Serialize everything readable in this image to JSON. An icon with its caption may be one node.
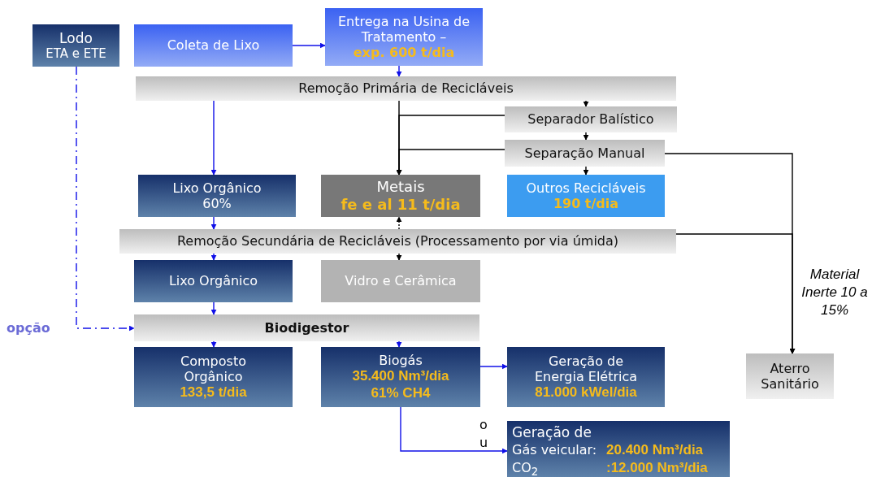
{
  "diagram": {
    "nodes": [
      {
        "text": [
          "Lodo",
          "ETA e ETE"
        ]
      },
      {
        "text": [
          "Coleta de Lixo"
        ]
      },
      {
        "text": [
          "Entrega na Usina de Tratamento –",
          "exp. 600 t/dia"
        ]
      },
      {
        "text": [
          "Remoção Primária de Recicláveis"
        ]
      },
      {
        "text": [
          "Separador Balístico"
        ]
      },
      {
        "text": [
          "Separação Manual"
        ]
      },
      {
        "text": [
          "Lixo Orgânico",
          "60%"
        ]
      },
      {
        "text": [
          "Metais",
          "fe e al 11 t/dia"
        ]
      },
      {
        "text": [
          "Outros Recicláveis",
          "190 t/dia"
        ]
      },
      {
        "text": [
          "Remoção Secundária de Recicláveis (Processamento por via úmida)"
        ]
      },
      {
        "text": [
          "Lixo Orgânico"
        ]
      },
      {
        "text": [
          "Vidro e Cerâmica"
        ]
      },
      {
        "text": [
          "Biodigestor"
        ]
      },
      {
        "text": [
          "Composto Orgânico",
          "133,5 t/dia"
        ]
      },
      {
        "text": [
          "Biogás",
          "35.400 Nm³/dia",
          "61% CH4"
        ]
      },
      {
        "text": [
          "Geração de Energia Elétrica",
          "81.000 kWel/dia"
        ]
      },
      {
        "text": [
          "Aterro Sanitário"
        ]
      },
      {
        "text": [
          "Geração de",
          "Gás veicular:",
          "20.400 Nm³/dia",
          "CO$_{2}$",
          ":12.000 Nm³/dia"
        ]
      }
    ],
    "edges": [
      {
        "from": 1,
        "to": 2,
        "arrow": "to"
      },
      {
        "from": 2,
        "to": 3,
        "arrow": "to"
      },
      {
        "from": 3,
        "to": 6,
        "arrow": "to"
      },
      {
        "from": 3,
        "to": 4,
        "arrow": "to",
        "color": "#000000"
      },
      {
        "from": 4,
        "to": 5,
        "arrow": "to",
        "color": "#000000"
      },
      {
        "from": 5,
        "to": 8,
        "arrow": "to",
        "color": "#000000"
      },
      {
        "from": 3,
        "to": 7,
        "arrow": "to",
        "color": "#000000"
      },
      {
        "from": 4,
        "to": 7,
        "arrow": "to",
        "color": "#000000"
      },
      {
        "from": 5,
        "to": 7,
        "arrow": "to",
        "color": "#000000"
      },
      {
        "from": 5,
        "to": 16,
        "arrow": "to",
        "color": "#000000"
      },
      {
        "from": 9,
        "to": 16,
        "arrow": "to",
        "color": "#000000"
      },
      {
        "from": 6,
        "to": 9,
        "arrow": "to"
      },
      {
        "from": 9,
        "to": 10,
        "arrow": "to"
      },
      {
        "from": 9,
        "to": 11,
        "arrow": "to",
        "color": "#000000"
      },
      {
        "from": 9,
        "to": 7,
        "arrow": "to",
        "style": "dashed",
        "color": "#000000"
      },
      {
        "from": 10,
        "to": 12,
        "arrow": "to"
      },
      {
        "from": 0,
        "to": 12,
        "arrow": "to",
        "style": "dashed"
      },
      {
        "from": 12,
        "to": 13,
        "arrow": "to"
      },
      {
        "from": 12,
        "to": 14,
        "arrow": "to"
      },
      {
        "from": 14,
        "to": 15,
        "arrow": "to"
      },
      {
        "from": 14,
        "to": 17,
        "arrow": "to"
      }
    ],
    "labels": [
      "opção",
      "Material Inerte 10 a 15%",
      "ou"
    ]
  }
}
